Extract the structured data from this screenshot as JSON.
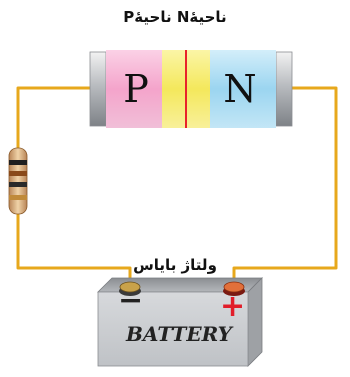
{
  "title": "ناحیهٔN  ناحیهٔP",
  "diode": {
    "p_label": "P",
    "n_label": "N"
  },
  "bias_label": "ولتاژ بایاس",
  "battery": {
    "name": "BATTERY",
    "minus": "−",
    "plus": "+"
  },
  "colors": {
    "p_region": "#f7a9cf",
    "n_region": "#9fd8f2",
    "junction": "#f6ec6e",
    "junction_line": "#e8232a",
    "wire": "#e7a81c",
    "battery_body": "#c8cacd",
    "positive": "#e11d2a"
  }
}
